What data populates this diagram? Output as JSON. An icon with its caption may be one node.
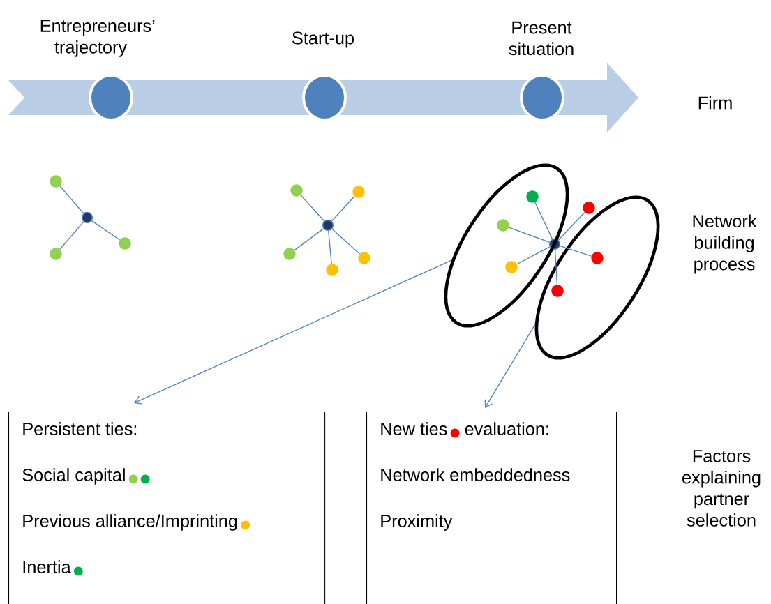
{
  "diagram": {
    "nodes": [
      {
        "text": [
          "Entrepreneurs’ trajectory"
        ]
      },
      {
        "text": [
          "Start-up"
        ]
      },
      {
        "text": [
          "Present situation"
        ]
      },
      {
        "text": [],
        "shape": "circle"
      },
      {
        "text": [],
        "shape": "circle"
      },
      {
        "text": [],
        "shape": "circle"
      },
      {
        "text": [],
        "shape": "circle"
      },
      {
        "text": [],
        "shape": "circle"
      },
      {
        "text": [],
        "shape": "circle"
      },
      {
        "text": [],
        "shape": "circle"
      },
      {
        "text": [],
        "shape": "circle"
      },
      {
        "text": [],
        "shape": "circle"
      },
      {
        "text": [],
        "shape": "circle"
      },
      {
        "text": [],
        "shape": "circle"
      },
      {
        "text": [],
        "shape": "circle",
        "in": 20
      },
      {
        "text": [],
        "shape": "circle",
        "in": 20
      },
      {
        "text": [],
        "shape": "circle",
        "in": 20
      },
      {
        "text": [],
        "shape": "circle",
        "in": 21
      },
      {
        "text": [],
        "shape": "circle",
        "in": 21
      },
      {
        "text": [],
        "shape": "circle",
        "in": 21
      },
      {
        "text": [],
        "shape": "ellipse"
      },
      {
        "text": [],
        "shape": "ellipse"
      },
      {
        "text": [
          "Persistent ties:",
          "Social capital",
          "Previous alliance/Imprinting",
          "Inertia"
        ]
      },
      {
        "text": [
          "New ties",
          "evaluation:",
          "Network embeddedness",
          "Proximity"
        ]
      }
    ],
    "edges": [
      {
        "from": 3,
        "to": 4,
        "arrow": "none"
      },
      {
        "from": 3,
        "to": 5,
        "arrow": "none"
      },
      {
        "from": 3,
        "to": 6,
        "arrow": "none"
      },
      {
        "from": 7,
        "to": 8,
        "arrow": "none"
      },
      {
        "from": 7,
        "to": 9,
        "arrow": "none"
      },
      {
        "from": 7,
        "to": 10,
        "arrow": "none"
      },
      {
        "from": 7,
        "to": 11,
        "arrow": "none"
      },
      {
        "from": 7,
        "to": 12,
        "arrow": "none"
      },
      {
        "from": 13,
        "to": 14,
        "arrow": "none"
      },
      {
        "from": 13,
        "to": 15,
        "arrow": "none"
      },
      {
        "from": 13,
        "to": 16,
        "arrow": "none"
      },
      {
        "from": 13,
        "to": 17,
        "arrow": "none"
      },
      {
        "from": 13,
        "to": 18,
        "arrow": "none"
      },
      {
        "from": 13,
        "to": 19,
        "arrow": "none"
      },
      {
        "from": 20,
        "to": 22,
        "arrow": "to"
      },
      {
        "from": 21,
        "to": 23,
        "arrow": "to"
      }
    ],
    "labels": [
      "Firm",
      "Network building process",
      "Factors explaining partner selection"
    ]
  }
}
